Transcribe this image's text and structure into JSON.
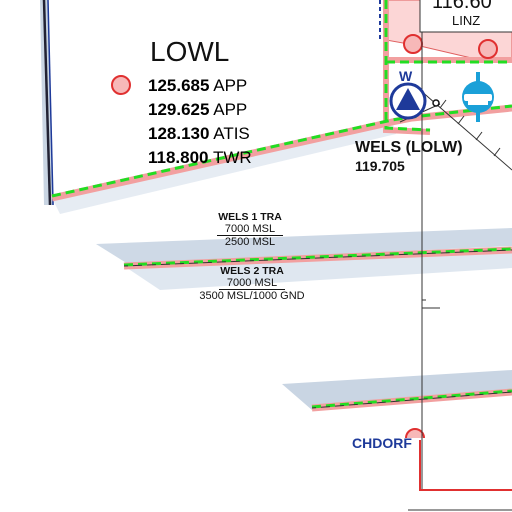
{
  "aerodrome": {
    "name": "LOWL",
    "frequencies": [
      {
        "freq": "125.685",
        "service": "APP"
      },
      {
        "freq": "129.625",
        "service": "APP"
      },
      {
        "freq": "128.130",
        "service": "ATIS"
      },
      {
        "freq": "118.800",
        "service": "TWR"
      }
    ]
  },
  "navaid": {
    "freq": "116.60",
    "name": "LINZ"
  },
  "airfield": {
    "name": "WELS (LOLW)",
    "freq": "119.705",
    "marker_letter": "W"
  },
  "tra1": {
    "title": "WELS 1 TRA",
    "upper": "7000 MSL",
    "lower": "2500 MSL"
  },
  "tra2": {
    "title": "WELS 2 TRA",
    "upper": "7000 MSL",
    "lower": "3500 MSL/1000 GND"
  },
  "place": {
    "name": "CHDORF"
  },
  "colors": {
    "airspace_green": "#22dd22",
    "border_pink": "#f2a0a0",
    "ctr_fill": "#fcd6d6",
    "point_red": "#e03030",
    "navaid_blue": "#1e3a9a",
    "heli_cyan": "#1aa0d8",
    "shade": "#c9d5e3"
  }
}
